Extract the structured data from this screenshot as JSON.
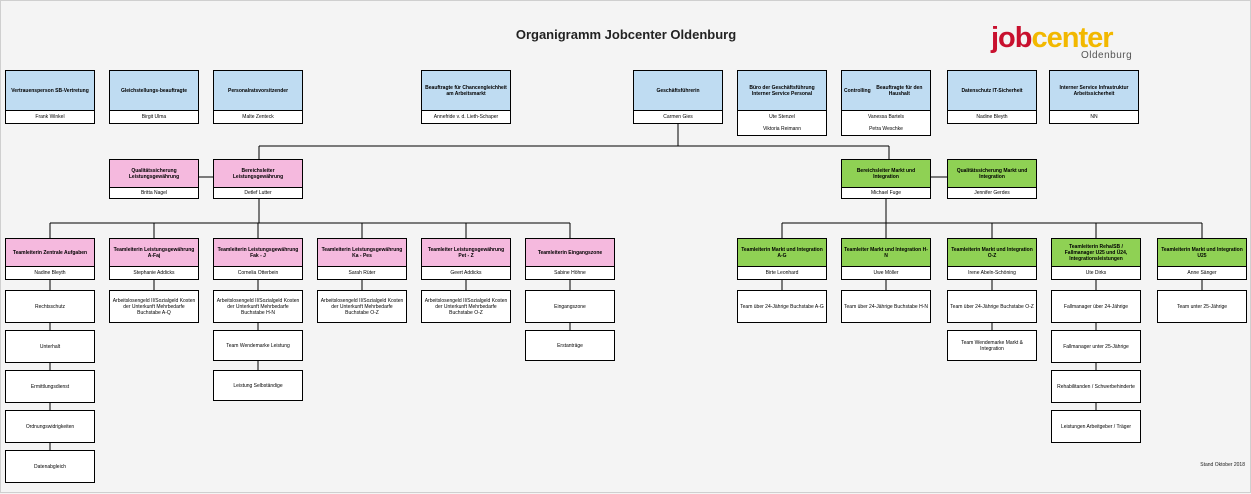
{
  "title": "Organigramm Jobcenter Oldenburg",
  "logo": {
    "job": "job",
    "center": "center",
    "sub": "Oldenburg"
  },
  "stand": "Stand Oktober 2018",
  "top_row": [
    {
      "title": "Vertrauensperson SB-Vertretung",
      "name": "Frank Winkel"
    },
    {
      "title": "Gleichstellungs-beauftragte",
      "name": "Birgit Ulma"
    },
    {
      "title": "Personalratsvorsitzender",
      "name": "Malte Zenteck"
    },
    {
      "title": "Beauftragte für Chancengleichheit am Arbeitsmarkt",
      "name": "Annefride v. d. Lieth-Schaper"
    },
    {
      "title": "Geschäftsführerin",
      "name": "Carmen Gies"
    },
    {
      "title": "Büro der Geschäftsführung Interner Service Personal",
      "name": "Ute Stenzel",
      "name2": "Viktoria Reimann"
    },
    {
      "title_left": "Controlling",
      "title_right": "Beauftragte für den Haushalt",
      "name": "Vanessa Bartels",
      "name2": "Petra Weschke"
    },
    {
      "title": "Datenschutz IT-Sicherheit",
      "name": "Nadine Bleyth"
    },
    {
      "title": "Interner Service Infrastruktur Arbeitssicherheit",
      "name": "NN"
    }
  ],
  "second_row": [
    {
      "title": "Qualitätssicherung Leistungsgewährung",
      "name": "Britta Nagel"
    },
    {
      "title": "Bereichsleiter Leistungsgewährung",
      "name": "Detlef Lutter"
    },
    {
      "title": "Bereichsleiter Markt und Integration",
      "name": "Michael Fuge"
    },
    {
      "title": "Qualitätssicherung Markt und Integration",
      "name": "Jennifer Gerdes"
    }
  ],
  "teams": [
    {
      "title": "Teamleiterin Zentrale Aufgaben",
      "name": "Nadine Bleyth",
      "subs": [
        "Rechtsschutz",
        "Unterhalt",
        "Ermittlungsdienst",
        "Ordnungswidrigkeiten",
        "Datenabgleich"
      ]
    },
    {
      "title": "Teamleiterin Leistungsgewährung A-Faj",
      "name": "Stephanie Addicks",
      "subs": [
        "Arbeitslosengeld II/Sozialgeld Kosten der Unterkunft Mehrbedarfe Buchstabe A-Q"
      ]
    },
    {
      "title": "Teamleiterin Leistungsgewährung Fak - J",
      "name": "Cornelia Otterbein",
      "subs": [
        "Arbeitslosengeld II/Sozialgeld Kosten der Unterkunft Mehrbedarfe Buchstabe H-N",
        "Team Wendemarke Leistung",
        "Leistung Selbständige"
      ]
    },
    {
      "title": "Teamleiterin Leistungsgewährung Ka - Pes",
      "name": "Sarah Rüter",
      "subs": [
        "Arbeitslosengeld II/Sozialgeld Kosten der Unterkunft Mehrbedarfe Buchstabe O-Z"
      ]
    },
    {
      "title": "Teamleiter Leistungsgewährung Pet - Z",
      "name": "Geert Addicks",
      "subs": [
        "Arbeitslosengeld II/Sozialgeld Kosten der Unterkunft Mehrbedarfe Buchstabe O-Z"
      ]
    },
    {
      "title": "Teamleiterin Eingangszone",
      "name": "Sabine Höhne",
      "subs": [
        "Eingangszone",
        "Erstanträge"
      ]
    },
    {
      "title": "Teamleiterin Markt und Integration A-G",
      "name": "Birte Leonhard",
      "subs": [
        "Team über 24-Jährige Buchstabe A-G"
      ]
    },
    {
      "title": "Teamleiter Markt und Integration H-N",
      "name": "Uwe Möller",
      "subs": [
        "Team über 24-Jährige Buchstabe H-N"
      ]
    },
    {
      "title": "Teamleiterin Markt und Integration O-Z",
      "name": "Irene Abeln-Schöning",
      "subs": [
        "Team über 24-Jährige Buchstabe O-Z",
        "Team Wendemarke Markt & Integration"
      ]
    },
    {
      "title": "Teamleiterin Reha/SB / Fallmanager U25 und Ü24, Integrationsleistungen",
      "name": "Ute Dirks",
      "subs": [
        "Fallmanager über 24-Jährige",
        "Fallmanager unter 25-Jährige",
        "Rehabilitanden / Schwerbehinderte",
        "Leistungen Arbeitgeber / Träger"
      ]
    },
    {
      "title": "Teamleiterin Markt und Integration U25",
      "name": "Anne Sänger",
      "subs": [
        "Team unter 25-Jährige"
      ]
    }
  ]
}
